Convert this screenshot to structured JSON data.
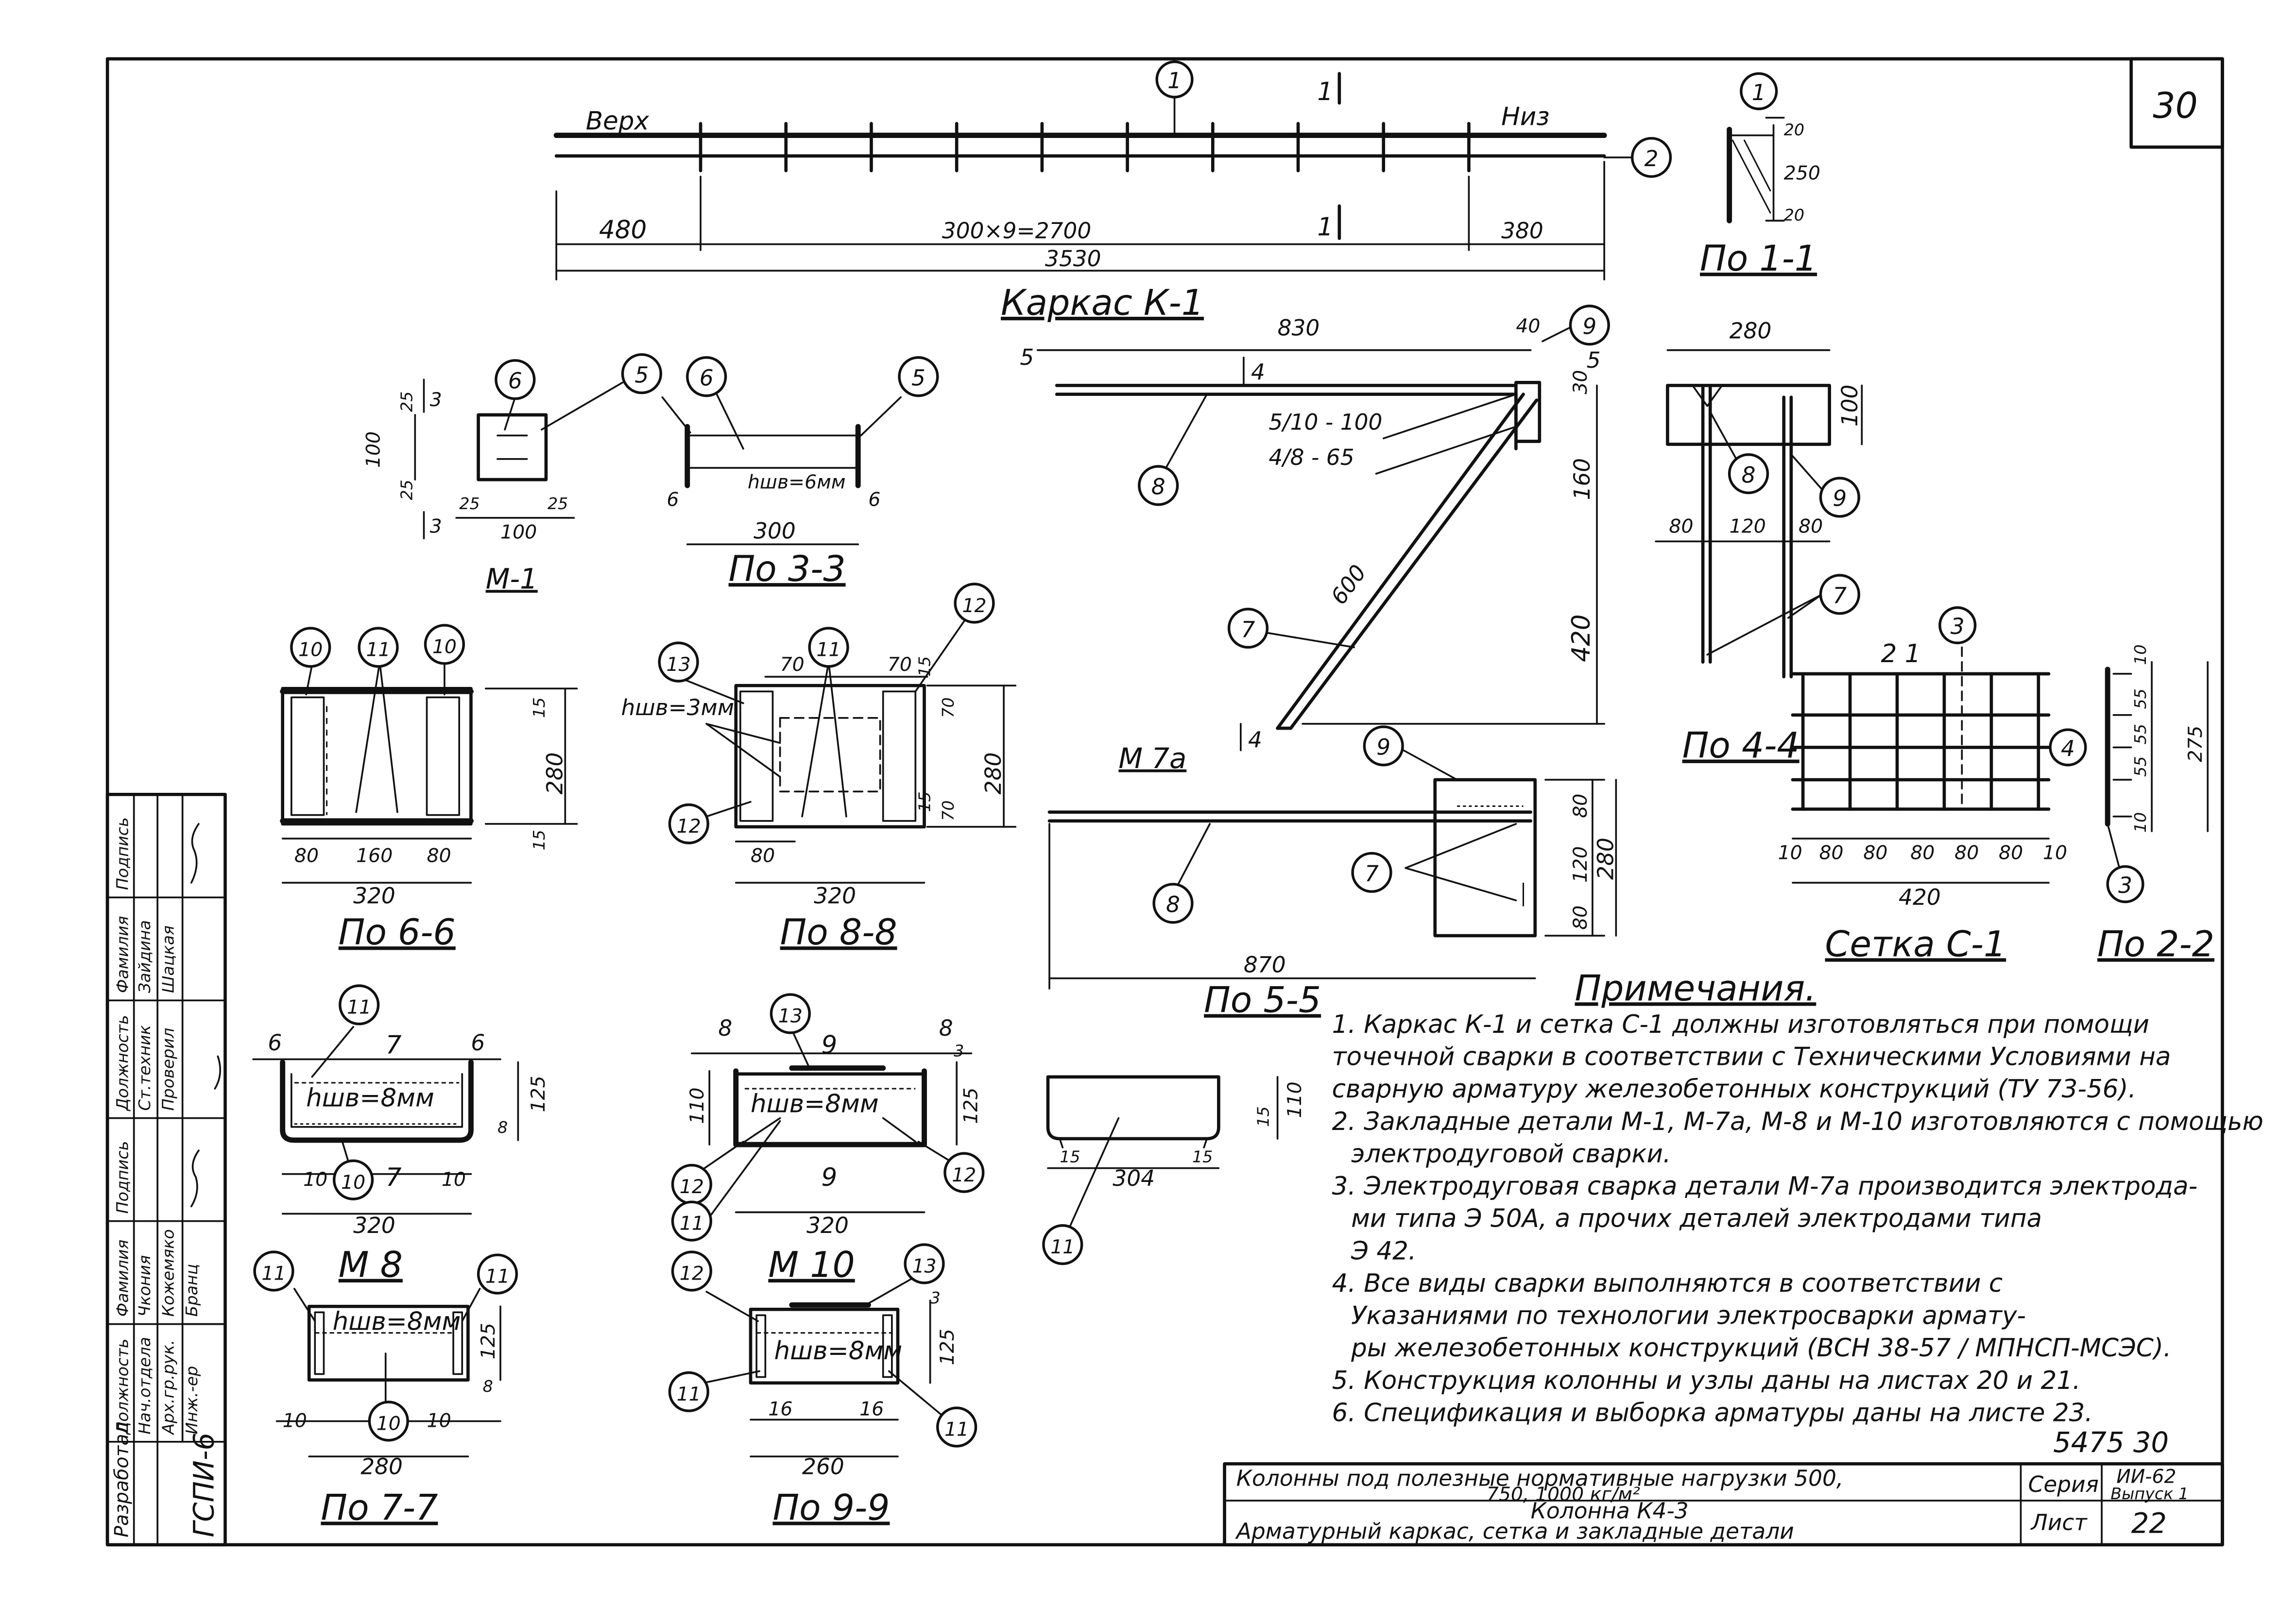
{
  "sheet": {
    "sheet_number": "30",
    "archive_code": "5475 30"
  },
  "drawings": {
    "karkas_k1": {
      "label_top": "Верх",
      "label_bottom": "Низ",
      "dim_left": "480",
      "dim_mid": "300×9=2700",
      "dim_right": "380",
      "dim_total": "3530",
      "section_mark": "1",
      "caption": "Каркас К-1"
    },
    "po_1_1": {
      "caption": "По 1-1",
      "dim_top": "20",
      "dim_mid": "250",
      "dim_bot": "20"
    },
    "m1": {
      "caption": "М-1",
      "dims": [
        "25",
        "100",
        "25",
        "25",
        "100",
        "25"
      ],
      "section": "3"
    },
    "po_3_3": {
      "caption": "По 3-3",
      "weld": "hшв=6мм",
      "dim_left": "6",
      "dim_right": "6",
      "dim_len": "300"
    },
    "m7a": {
      "caption": "М 7а",
      "dim_top": "830",
      "dim_40": "40",
      "dim_5a": "5",
      "dim_5b": "5",
      "dim_30": "30",
      "dim_160": "160",
      "dim_420": "420",
      "dim_600": "600",
      "weld_1": "5/10 - 100",
      "weld_2": "4/8 - 65",
      "section": "4"
    },
    "po_4_4": {
      "caption": "По 4-4",
      "dim_top": "280",
      "dim_right": "100",
      "dims_bottom": [
        "80",
        "120",
        "80"
      ]
    },
    "po_6_6": {
      "caption": "По 6-6",
      "dims_bottom": [
        "80",
        "160",
        "80"
      ],
      "dim_total": "320",
      "dim_right": "280",
      "dim_15a": "15",
      "dim_15b": "15"
    },
    "po_8_8": {
      "caption": "По 8-8",
      "weld": "hшв=3мм",
      "dim_70a": "70",
      "dim_70b": "70",
      "dim_70c": "70",
      "dim_70d": "70",
      "dim_15a": "15",
      "dim_15b": "15",
      "dim_right": "280",
      "dim_80": "80",
      "dim_total": "320"
    },
    "po_5_5": {
      "caption": "По 5-5",
      "dim_len": "870",
      "dims_right": [
        "80",
        "120",
        "80"
      ],
      "dim_total": "280"
    },
    "setka_c1": {
      "caption": "Сетка С-1",
      "mark": "2 1",
      "dims_bottom": [
        "10",
        "80",
        "80",
        "80",
        "80",
        "80",
        "10"
      ],
      "dim_total": "420"
    },
    "po_2_2": {
      "caption": "По 2-2",
      "dims": [
        "10",
        "55",
        "55",
        "55",
        "10"
      ],
      "dim_total": "275"
    },
    "m8": {
      "caption": "М 8",
      "weld": "hшв=8мм",
      "dim_6a": "6",
      "dim_6b": "6",
      "section": "7",
      "dim_125": "125",
      "dim_8": "8",
      "dim_10a": "10",
      "dim_10b": "10",
      "dim_total": "320"
    },
    "m10": {
      "caption": "М 10",
      "weld": "hшв=8мм",
      "dim_8a": "8",
      "dim_8b": "8",
      "section": "9",
      "dim_110": "110",
      "dim_125": "125",
      "dim_3": "3",
      "dim_total": "320"
    },
    "part11": {
      "dim_len": "304",
      "dim_15a": "15",
      "dim_15b": "15",
      "dim_15c": "15",
      "dim_110": "110"
    },
    "po_7_7": {
      "caption": "По 7-7",
      "weld": "hшв=8мм",
      "dim_10a": "10",
      "dim_10b": "10",
      "dim_125": "125",
      "dim_8": "8",
      "dim_total": "280"
    },
    "po_9_9": {
      "caption": "По 9-9",
      "weld": "hшв=8мм",
      "dim_16a": "16",
      "dim_16b": "16",
      "dim_125": "125",
      "dim_3": "3",
      "dim_total": "260"
    }
  },
  "notes": {
    "title": "Примечания.",
    "lines": [
      "1. Каркас К-1 и сетка С-1 должны изготовляться при помощи",
      "точечной сварки в соответствии с Техническими Условиями на",
      "сварную арматуру железобетонных конструкций (ТУ 73-56).",
      "2. Закладные детали М-1, М-7а, М-8 и М-10 изготовляются с помощью",
      "электродуговой сварки.",
      "3. Электродуговая сварка детали М-7а производится электрода-",
      "ми типа Э 50А, а прочих деталей электродами типа",
      "Э 42.",
      "4. Все виды сварки выполняются в соответствии с",
      "Указаниями по технологии электросварки армату-",
      "ры железобетонных конструкций (ВСН 38-57 / МПНСП-МСЭС).",
      "5. Конструкция колонны и узлы даны на листах 20 и 21.",
      "6. Спецификация и выборка арматуры даны на листе 23."
    ]
  },
  "title_block": {
    "title_line1": "Колонны под полезные нормативные нагрузки 500,",
    "title_line2": "750, 1000 кг/м²",
    "title_line3": "Колонна К4-3",
    "title_line4": "Арматурный каркас, сетка и закладные детали",
    "series_label": "Серия",
    "series_value": "ИИ-62",
    "issue": "Выпуск 1",
    "sheet_label": "Лист",
    "sheet_value": "22"
  },
  "side_stamp": {
    "organization": "ГСПИ-6",
    "developed_label": "Разработал",
    "headers": [
      "Должность",
      "Фамилия",
      "Подпись"
    ],
    "rows": [
      {
        "role": "Нач.отдела",
        "name": "Чкония"
      },
      {
        "role": "Арх.гр.рук.",
        "name": "Кожемяко"
      },
      {
        "role": "Инж.-ер",
        "name": "Бранц"
      }
    ],
    "headers2": [
      "Должность",
      "Фамилия",
      "Подпись"
    ],
    "rows2": [
      {
        "role": "Ст.техник",
        "name": "Зайдина"
      },
      {
        "role": "Проверил",
        "name": "Шацкая"
      }
    ]
  },
  "bubbles": [
    "1",
    "2",
    "3",
    "4",
    "5",
    "6",
    "7",
    "8",
    "9",
    "10",
    "11",
    "12",
    "13"
  ]
}
